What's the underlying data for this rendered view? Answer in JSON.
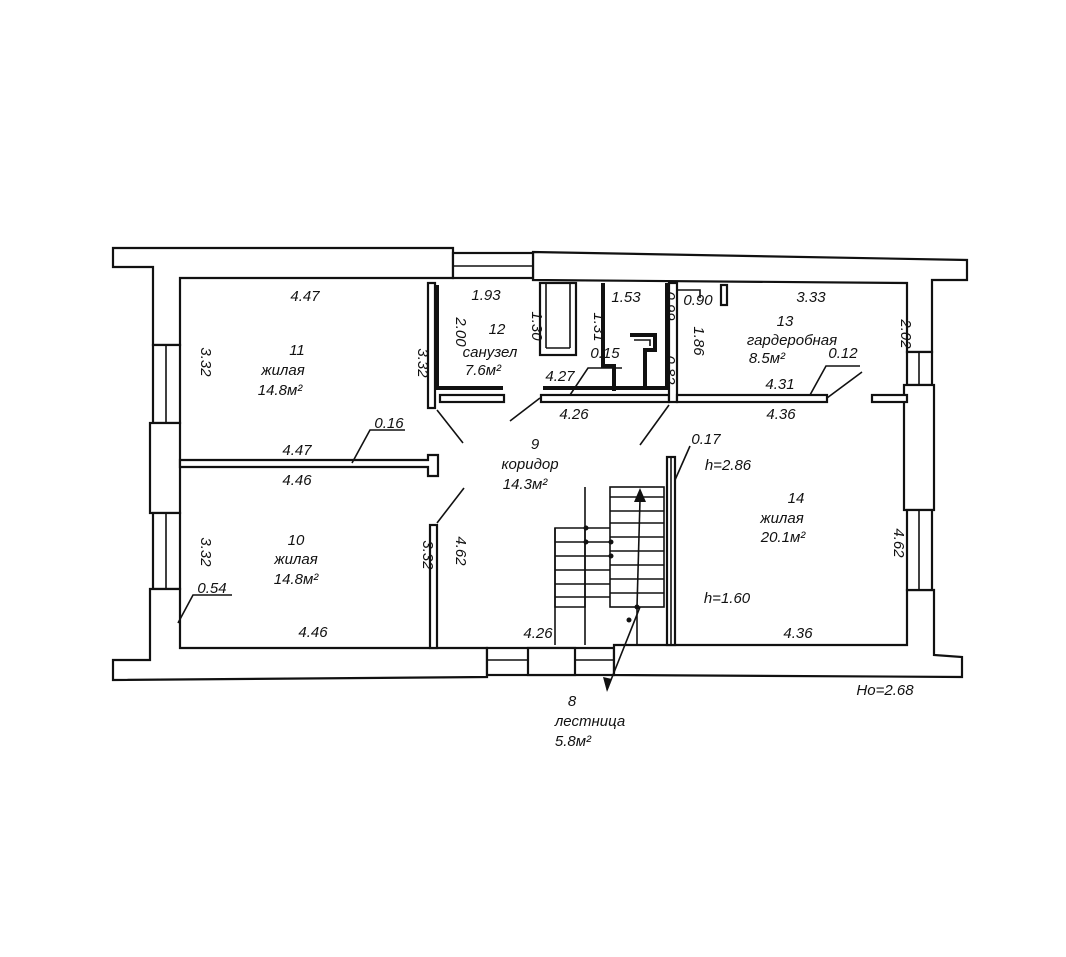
{
  "rooms": {
    "r11": {
      "num": "11",
      "type": "жилая",
      "area": "14.8м²"
    },
    "r12": {
      "num": "12",
      "type": "санузел",
      "area": "7.6м²"
    },
    "r13": {
      "num": "13",
      "type": "гардеробная",
      "area": "8.5м²"
    },
    "r9": {
      "num": "9",
      "type": "коридор",
      "area": "14.3м²"
    },
    "r10": {
      "num": "10",
      "type": "жилая",
      "area": "14.8м²"
    },
    "r14": {
      "num": "14",
      "type": "жилая",
      "area": "20.1м²"
    },
    "r8": {
      "num": "8",
      "type": "лестница",
      "area": "5.8м²"
    }
  },
  "dims": {
    "d447a": "4.47",
    "d332a": "3.32",
    "d447b": "4.47",
    "d016": "0.16",
    "d446a": "4.46",
    "d332b": "3.32",
    "d054": "0.54",
    "d446b": "4.46",
    "d193": "1.93",
    "d200": "2.00",
    "d130": "1.30",
    "d131": "1.31",
    "d153": "1.53",
    "d099": "0.99",
    "d015": "0.15",
    "d082": "0.82",
    "d427": "4.27",
    "d332c": "3.32",
    "d426a": "4.26",
    "d090": "0.90",
    "d333": "3.33",
    "d186": "1.86",
    "d012": "0.12",
    "d431": "4.31",
    "d202": "2.02",
    "d436a": "4.36",
    "d017": "0.17",
    "h286": "h=2.86",
    "d462a": "4.62",
    "d332d": "3.32",
    "d462b": "4.62",
    "h160": "h=1.60",
    "d426b": "4.26",
    "d436b": "4.36"
  },
  "ho": "Hо=2.68"
}
